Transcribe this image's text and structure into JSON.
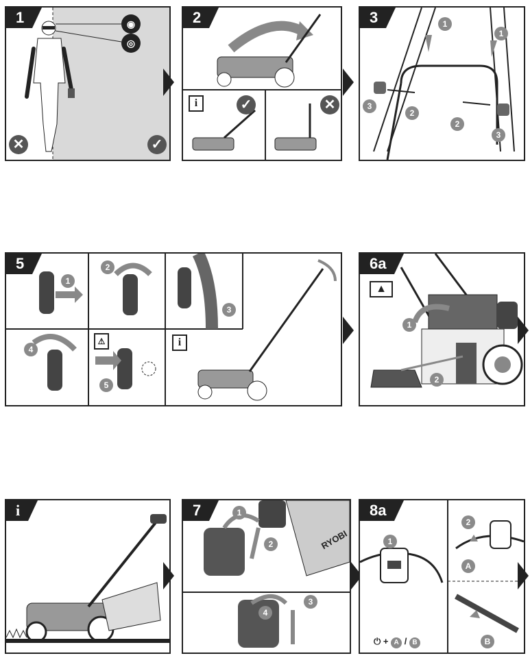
{
  "panels": {
    "p1": {
      "step": "1"
    },
    "p2": {
      "step": "2"
    },
    "p3": {
      "step": "3"
    },
    "p5": {
      "step": "5"
    },
    "p6a": {
      "step": "6a"
    },
    "pi": {
      "step": "i"
    },
    "p7": {
      "step": "7"
    },
    "p8a": {
      "step": "8a"
    }
  },
  "callouts": {
    "n1": "1",
    "n2": "2",
    "n3": "3",
    "n4": "4",
    "n5": "5",
    "A": "A",
    "B": "B"
  },
  "symbols": {
    "info": "i",
    "warning": "⚠",
    "check": "✓",
    "cross": "✕",
    "power_combo": [
      "+",
      "/"
    ]
  },
  "brand_text": "RYOBI",
  "icons": [
    "safety-glasses-icon",
    "ear-protection-icon",
    "check-icon",
    "cross-icon",
    "info-icon",
    "warning-icon",
    "power-icon",
    "next-arrow-icon"
  ]
}
